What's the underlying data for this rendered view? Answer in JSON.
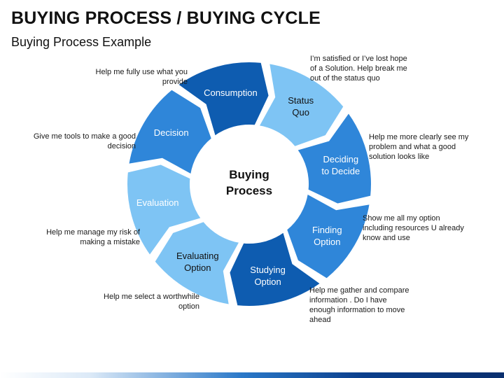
{
  "header": {
    "title": "BUYING PROCESS / BUYING CYCLE",
    "subtitle": "Buying Process Example"
  },
  "center": {
    "line1": "Buying",
    "line2": "Process"
  },
  "colors": {
    "dark_blue": "#0e5cb0",
    "medium_blue": "#2f86d9",
    "light_blue": "#7ec4f4",
    "center_fill": "#ffffff"
  },
  "segments": [
    {
      "id": "status-quo",
      "label": "Status Quo",
      "lines": [
        "Status",
        "Quo"
      ],
      "color": "#7ec4f4",
      "text_color": "#111111"
    },
    {
      "id": "deciding-to-decide",
      "label": "Deciding to Decide",
      "lines": [
        "Deciding",
        "to Decide"
      ],
      "color": "#2f86d9",
      "text_color": "#ffffff"
    },
    {
      "id": "finding-option",
      "label": "Finding Option",
      "lines": [
        "Finding",
        "Option"
      ],
      "color": "#2f86d9",
      "text_color": "#ffffff"
    },
    {
      "id": "studying-option",
      "label": "Studying Option",
      "lines": [
        "Studying",
        "Option"
      ],
      "color": "#0e5cb0",
      "text_color": "#ffffff"
    },
    {
      "id": "evaluating-option",
      "label": "Evaluating Option",
      "lines": [
        "Evaluating",
        "Option"
      ],
      "color": "#7ec4f4",
      "text_color": "#111111"
    },
    {
      "id": "evaluation",
      "label": "Evaluation",
      "lines": [
        "Evaluation"
      ],
      "color": "#7ec4f4",
      "text_color": "#ffffff"
    },
    {
      "id": "decision",
      "label": "Decision",
      "lines": [
        "Decision"
      ],
      "color": "#2f86d9",
      "text_color": "#ffffff"
    },
    {
      "id": "consumption",
      "label": "Consumption",
      "lines": [
        "Consumption"
      ],
      "color": "#0e5cb0",
      "text_color": "#ffffff"
    }
  ],
  "annotations": {
    "status_quo": [
      "I’m satisfied or I’ve lost hope",
      "of a Solution. Help break me",
      "out of the status quo"
    ],
    "deciding": [
      "Help me more clearly see my",
      "problem and what a good",
      "solution looks like"
    ],
    "finding": [
      "Show me all my option",
      "including resources U already",
      "know and use"
    ],
    "studying": [
      "Help me gather and compare",
      "information . Do I have",
      "enough information to move",
      "ahead"
    ],
    "evaluating": [
      "Help me select a worthwhile",
      "option"
    ],
    "evaluation": [
      "Help me manage my risk of",
      "making a mistake"
    ],
    "decision": [
      "Give me tools to make a good",
      "decision"
    ],
    "consumption": [
      "Help me fully use what you",
      "provide"
    ]
  }
}
